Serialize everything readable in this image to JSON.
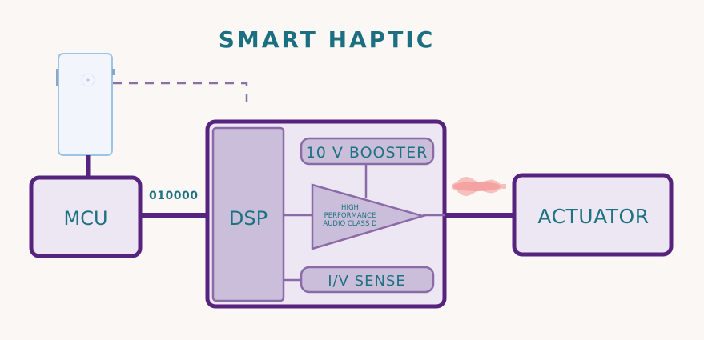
{
  "title": "SMART HAPTIC",
  "blocks": {
    "mcu": "MCU",
    "dsp": "DSP",
    "booster": "10 V BOOSTER",
    "amplifier": [
      "HIGH",
      "PERFORMANCE",
      "AUDIO CLASS D"
    ],
    "sense": "I/V SENSE",
    "actuator": "ACTUATOR"
  },
  "signal_label": "010000",
  "colors": {
    "background": "#faf7f4",
    "frame": "#56237f",
    "inner_stroke": "#8a6ba8",
    "block_fill": "#ede6f3",
    "dsp_fill": "#cbbedb",
    "text": "#1d7281",
    "phone_stroke": "#9cc4e4",
    "phone_fill": "#f2f6fc",
    "waveform": "#f28b8b"
  }
}
